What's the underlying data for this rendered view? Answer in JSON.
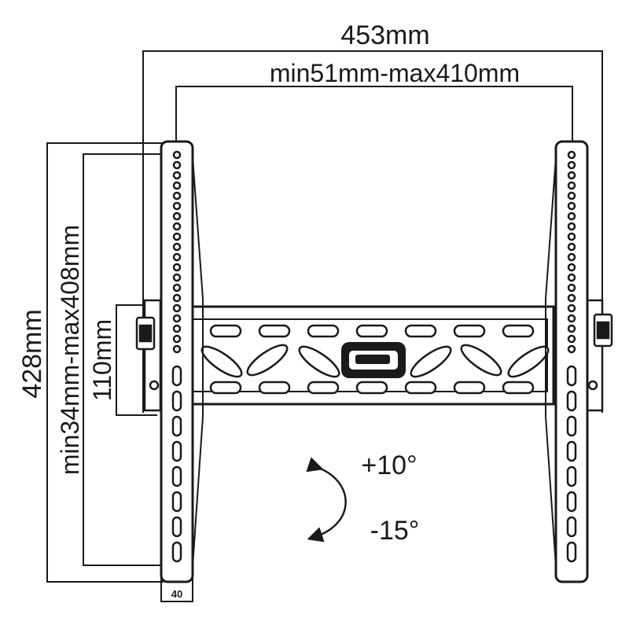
{
  "dimensions": {
    "overall_width": "453mm",
    "arm_range": "min51mm-max410mm",
    "overall_height": "428mm",
    "vertical_range": "min34mm-max408mm",
    "plate_height": "110mm",
    "depth": "40"
  },
  "tilt": {
    "up": "+10°",
    "down": "-15°"
  }
}
